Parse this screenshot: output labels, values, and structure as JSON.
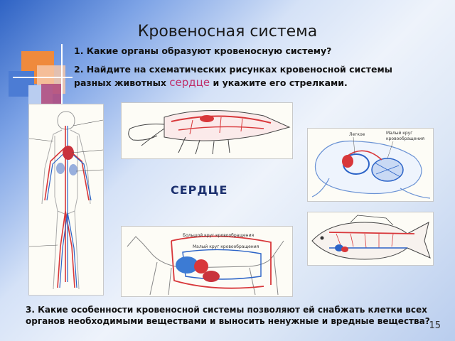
{
  "slide": {
    "title": "Кровеносная система",
    "question1": "1. Какие органы образуют кровеносную систему?",
    "question2_before": "2. Найдите на схематических рисунках кровеносной системы разных животных ",
    "question2_highlight": "сердце",
    "question2_after": " и укажите его стрелками.",
    "heart_label": "СЕРДЦЕ",
    "question3": "3. Какие особенности кровеносной системы позволяют ей снабжать клетки всех органов необходимыми веществами и выносить ненужные и вредные вещества?",
    "page_number": "15"
  },
  "figures": {
    "frog": {
      "label_left": "Легкое",
      "label_right_1": "Малый круг",
      "label_right_2": "кровообращения"
    },
    "dog": {
      "label_1": "Большой круг кровообращения",
      "label_2": "Малый круг кровообращения"
    }
  },
  "colors": {
    "artery": "#d8373a",
    "vein": "#2b63c7",
    "accent": "#c0306a"
  }
}
